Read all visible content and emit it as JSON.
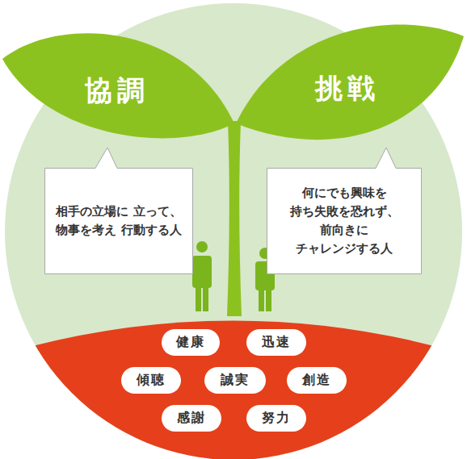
{
  "diagram": {
    "nodes": [
      {
        "text": [
          "協調"
        ]
      },
      {
        "text": [
          "挑戦"
        ]
      },
      {
        "text": [
          "相手の立場に 立って、 物事を考え 行動する人"
        ]
      },
      {
        "text": [
          "何にでも興味を 持ち失敗を恐れず、 前向きに チャレンジする人"
        ]
      },
      {
        "text": [
          "健康"
        ]
      },
      {
        "text": [
          "迅速"
        ]
      },
      {
        "text": [
          "傾聴"
        ]
      },
      {
        "text": [
          "誠実"
        ]
      },
      {
        "text": [
          "創造"
        ]
      },
      {
        "text": [
          "感謝"
        ]
      },
      {
        "text": [
          "努力"
        ]
      }
    ]
  }
}
